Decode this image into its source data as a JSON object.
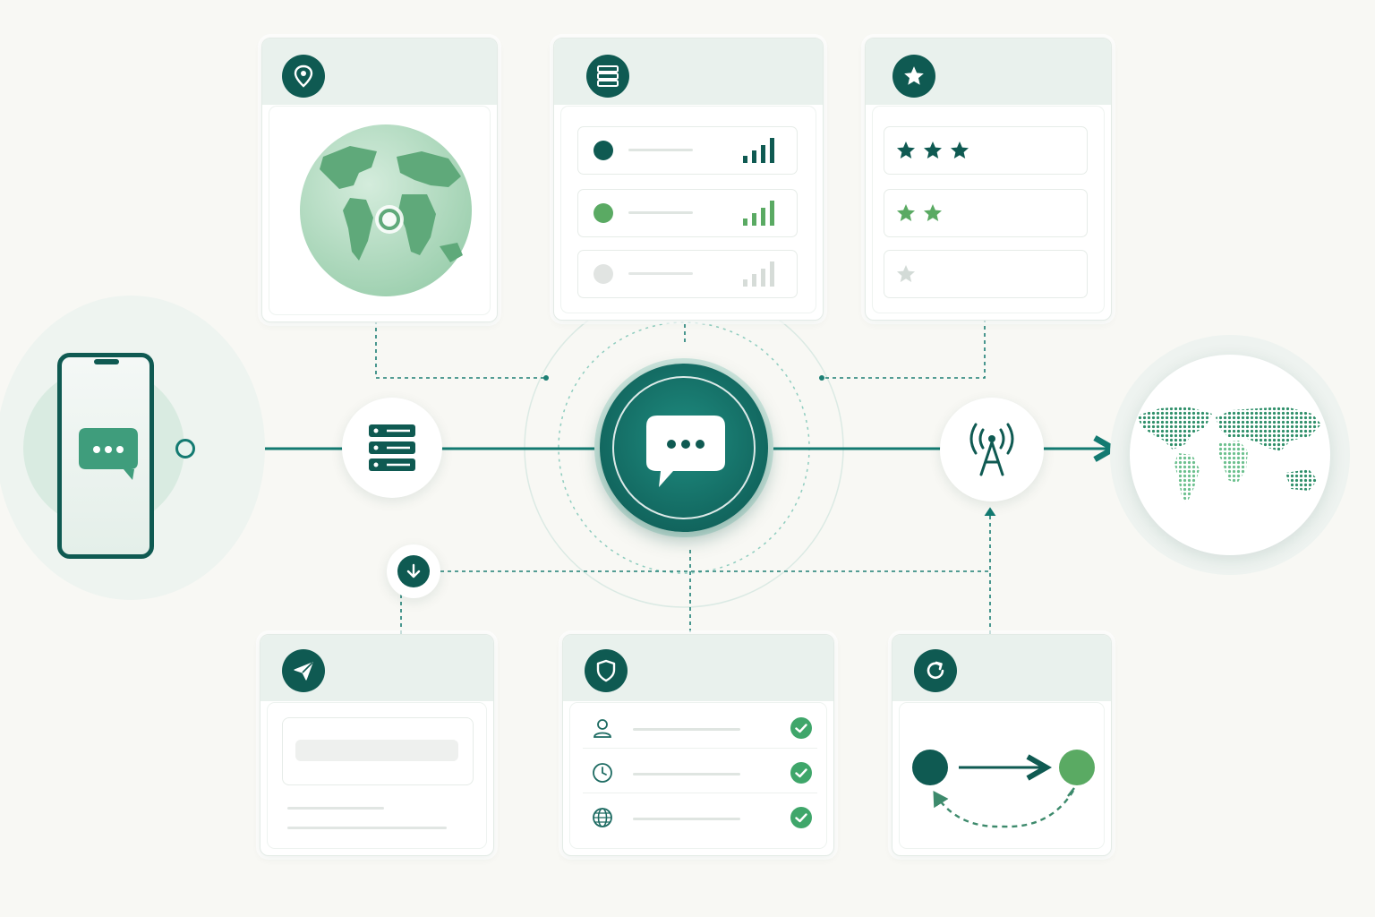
{
  "diagram": {
    "colors": {
      "primary": "#0f5a52",
      "teal": "#137a71",
      "green": "#5aaa63",
      "muted": "#d6dcd8",
      "card_head": "#e9f1ed",
      "background": "#f8f8f4"
    },
    "nodes": {
      "phone": {
        "icon": "chat-bubble-icon"
      },
      "server": {
        "icon": "server-icon"
      },
      "hub": {
        "icon": "chat-bubble-icon"
      },
      "tower": {
        "icon": "antenna-tower-icon"
      },
      "world": {
        "icon": "dotted-world-map-icon"
      },
      "download": {
        "icon": "arrow-down-icon"
      }
    },
    "cards": {
      "location": {
        "icon": "location-pin-icon",
        "content_icon": "globe-icon"
      },
      "servers": {
        "icon": "server-icon",
        "rows": [
          {
            "status": "dark",
            "signal_bars": 4
          },
          {
            "status": "green",
            "signal_bars": 4
          },
          {
            "status": "muted",
            "signal_bars": 4
          }
        ]
      },
      "ratings": {
        "icon": "star-icon",
        "rows": [
          {
            "stars": 3
          },
          {
            "stars": 2
          },
          {
            "stars": 1
          }
        ]
      },
      "send": {
        "icon": "paper-plane-icon"
      },
      "security": {
        "icon": "shield-icon",
        "rows": [
          {
            "icon": "user-icon",
            "check": true
          },
          {
            "icon": "clock-icon",
            "check": true
          },
          {
            "icon": "globe-icon",
            "check": true
          }
        ]
      },
      "sync": {
        "icon": "refresh-icon"
      }
    }
  }
}
